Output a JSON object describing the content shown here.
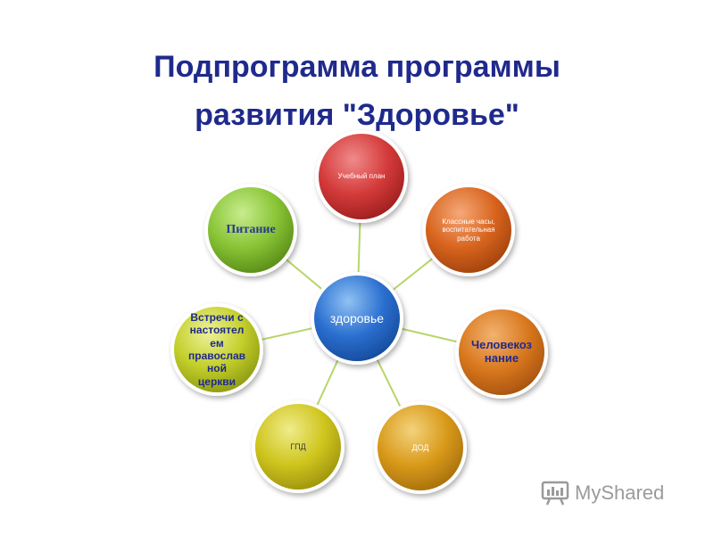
{
  "title": {
    "line1": "Подпрограмма программы",
    "line2": "развития \"Здоровье\""
  },
  "center": {
    "label": "здоровье"
  },
  "nodes": {
    "uchebny_plan": {
      "label": "Учебный план"
    },
    "klassnye_chasy": {
      "line1": "Классные часы,",
      "line2": "воспитательная",
      "line3": "работа"
    },
    "chelovekoznanie": {
      "line1": "Человекоз",
      "line2": "нание"
    },
    "dod": {
      "label": "ДОД"
    },
    "gpd": {
      "label": "ГПД"
    },
    "vstrechi": {
      "line1": "Встречи с",
      "line2": "настоятел",
      "line3": "ем",
      "line4": "православ",
      "line5": "ной",
      "line6": "церкви"
    },
    "pitanie": {
      "label": "Питание"
    }
  },
  "watermark": {
    "text": "MyShared"
  },
  "colors": {
    "title": "#1f2a8c",
    "center": "#2b6fd0",
    "red": "#d43a3a",
    "orange": "#d8641e",
    "gold": "#d99a1a",
    "yellow": "#c9c21a",
    "green": "#88c435",
    "connector": "#b8d56a"
  }
}
